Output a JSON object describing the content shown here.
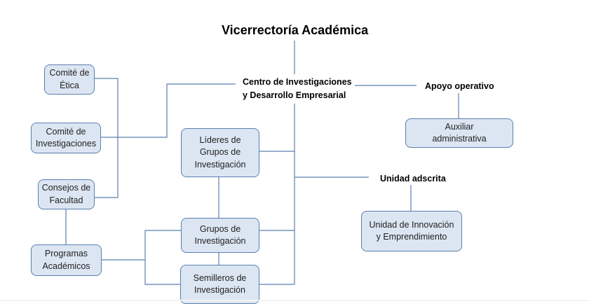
{
  "diagram": {
    "title": "Vicerrectoría Académica",
    "centro": "Centro de Investigaciones\ny Desarrollo  Empresarial",
    "apoyo_operativo": "Apoyo operativo",
    "unidad_adscrita": "Unidad adscrita",
    "nodes": {
      "comite_etica": "Comité de\nÉtica",
      "comite_investigaciones": "Comité de\nInvestigaciones",
      "consejos_facultad": "Consejos de\nFacultad",
      "programas_academicos": "Programas\nAcadémicos",
      "lideres_grupos": "Líderes de\nGrupos de\nInvestigación",
      "grupos_investigacion": "Grupos de\nInvestigación",
      "semilleros": "Semilleros de\nInvestigación",
      "auxiliar": "Auxiliar\nadministrativa",
      "unidad_innovacion": "Unidad de Innovación\ny Emprendimiento"
    }
  },
  "colors": {
    "box_fill": "#dce6f2",
    "box_border": "#5b7faf",
    "connector": "#5b7faf"
  }
}
